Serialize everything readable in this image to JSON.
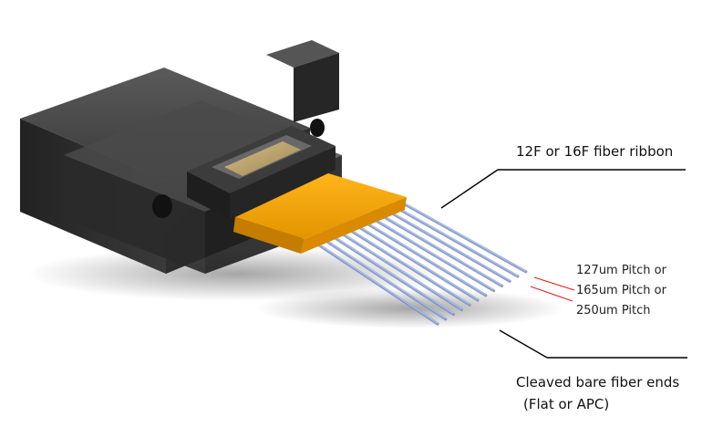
{
  "labels": {
    "ribbon": "12F or 16F fiber ribbon",
    "pitch_1": "127um Pitch or",
    "pitch_2": "165um Pitch or",
    "pitch_3": "250um Pitch",
    "ends_1": "Cleaved bare fiber ends",
    "ends_2": "(Flat or APC)"
  },
  "colors": {
    "housing": "#2b2b2b",
    "ribbon": "#f5a300",
    "fiber": "#7f96c9",
    "pitch_marker": "#e21b1b",
    "leader_line": "#000000"
  }
}
